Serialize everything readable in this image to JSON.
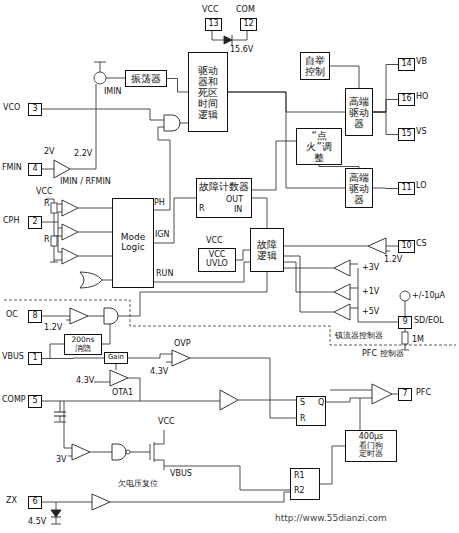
{
  "diagram": {
    "nodes": [
      {
        "text": [
          "13"
        ]
      },
      {
        "text": [
          "12"
        ]
      },
      {
        "text": [
          "振荡器"
        ]
      },
      {
        "text": [
          "驱动器和死区时间逻辑"
        ]
      },
      {
        "text": [
          "自举控制"
        ]
      },
      {
        "text": [
          "高端驱动器"
        ]
      },
      {
        "text": [
          "14"
        ]
      },
      {
        "text": [
          "16"
        ]
      },
      {
        "text": [
          "15"
        ]
      },
      {
        "text": [
          "3"
        ]
      },
      {
        "text": [
          "“点火”调整"
        ]
      },
      {
        "text": [
          "高端驱动器"
        ]
      },
      {
        "text": [
          "11"
        ]
      },
      {
        "text": [
          "4"
        ]
      },
      {
        "text": [
          "2"
        ]
      },
      {
        "text": [
          "Mode Logic"
        ]
      },
      {
        "text": [
          "故障计数器"
        ]
      },
      {
        "text": [
          "10"
        ]
      },
      {
        "text": [
          "VCC UVLO"
        ]
      },
      {
        "text": [
          "故障逻辑"
        ]
      },
      {
        "text": [
          "9"
        ]
      },
      {
        "text": [
          "8"
        ]
      },
      {
        "text": [
          "1"
        ]
      },
      {
        "text": [
          "7"
        ]
      },
      {
        "text": [
          "5"
        ]
      },
      {
        "text": [
          "400μs 看门狗 定时器"
        ]
      },
      {
        "text": [
          "6"
        ]
      },
      {
        "text": [
          "200ns 消隐"
        ]
      },
      {
        "text": [
          "S",
          "R",
          "Q"
        ]
      },
      {
        "text": [
          "R1",
          "R2"
        ]
      },
      {
        "text": [
          "Gain"
        ]
      }
    ],
    "edges": [
      {
        "from": 2,
        "to": 3,
        "arrow": "none"
      },
      {
        "from": 3,
        "to": 5,
        "arrow": "none"
      },
      {
        "from": 3,
        "to": 11,
        "arrow": "none"
      },
      {
        "from": 4,
        "to": 5,
        "arrow": "none"
      },
      {
        "from": 5,
        "to": 6,
        "arrow": "none"
      },
      {
        "from": 5,
        "to": 7,
        "arrow": "none"
      },
      {
        "from": 5,
        "to": 8,
        "arrow": "none"
      },
      {
        "from": 11,
        "to": 12,
        "arrow": "none"
      },
      {
        "from": 10,
        "to": 11,
        "arrow": "none"
      },
      {
        "from": 15,
        "to": 16,
        "arrow": "none"
      },
      {
        "from": 16,
        "to": 19,
        "arrow": "none"
      },
      {
        "from": 18,
        "to": 19,
        "arrow": "none"
      },
      {
        "from": 22,
        "to": 30,
        "arrow": "none"
      },
      {
        "from": 25,
        "to": 29,
        "arrow": "none"
      }
    ],
    "labels": [
      "VCC",
      "COM",
      "15.6V",
      "IMIN",
      "VCO",
      "FMIN",
      "2V",
      "2.2V",
      "IMIN / RFMIN",
      "CPH",
      "VCC",
      "R",
      "R",
      "PH",
      "IGN",
      "RUN",
      "R",
      "OUT",
      "IN",
      "VCC",
      "VB",
      "HO",
      "VS",
      "LO",
      "CS",
      "1.2V",
      "+3V",
      "+1V",
      "+5V",
      "+/-10μA",
      "SD/EOL",
      "1M",
      "OC",
      "1.2V",
      "VBUS",
      "镇流器控制器",
      "PFC 控制器",
      "PFC",
      "4.3V",
      "OTA1",
      "OVP",
      "4.3V",
      "COMP",
      "3V",
      "VCC",
      "VBUS",
      "欠电压复位",
      "ZX",
      "4.5V",
      "http://www.55dianzi.com"
    ]
  }
}
